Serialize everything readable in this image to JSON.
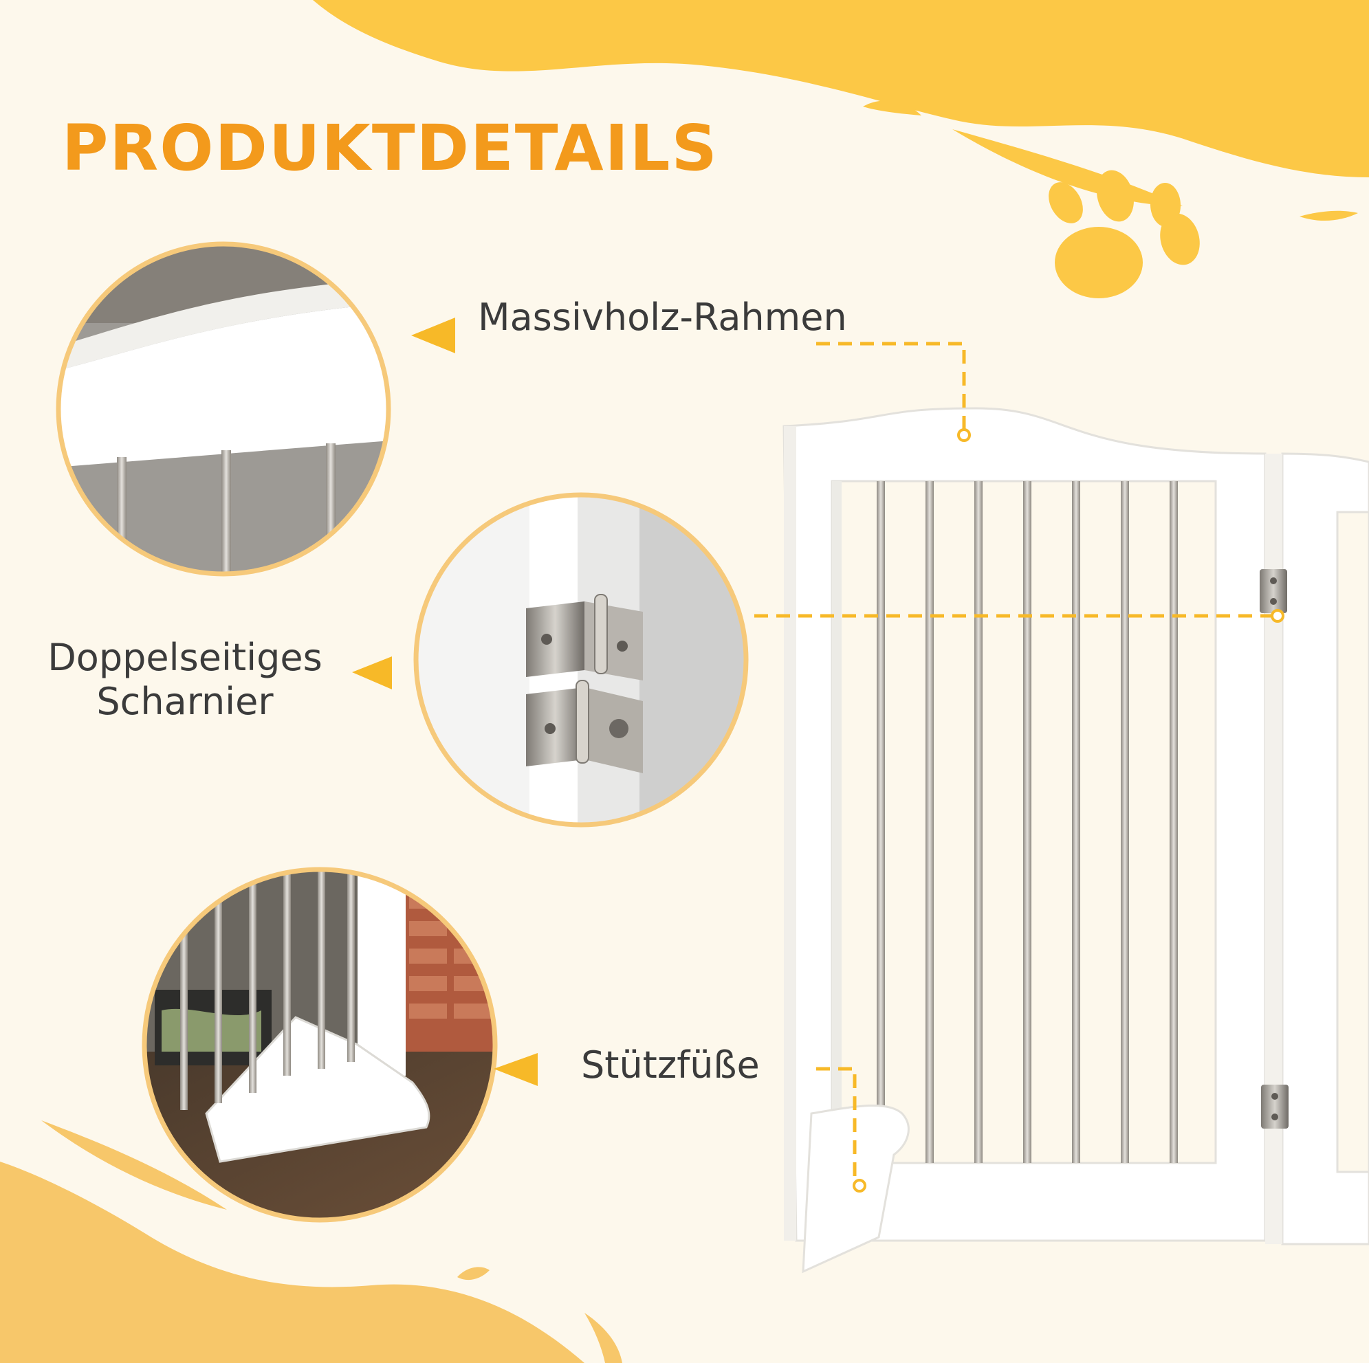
{
  "heading": {
    "title": "PRODUKTDETAILS"
  },
  "callouts": {
    "frame_label": "Massivholz-Rahmen",
    "hinge_label_line1": "Doppelseitiges",
    "hinge_label_line2": "Scharnier",
    "feet_label": "Stützfüße"
  },
  "colors": {
    "background": "#fdf8ec",
    "accent_yellow": "#fcc846",
    "title_orange": "#f39a1c",
    "circle_border": "#f6c97a",
    "label_text": "#3b3b3b",
    "arrow_yellow": "#f7b928",
    "gate_white": "#ffffff",
    "bar_metal": "#b9b4ad"
  },
  "icons": {
    "decoration": "paw-print-icon",
    "pointer": "triangle-arrow-icon"
  }
}
